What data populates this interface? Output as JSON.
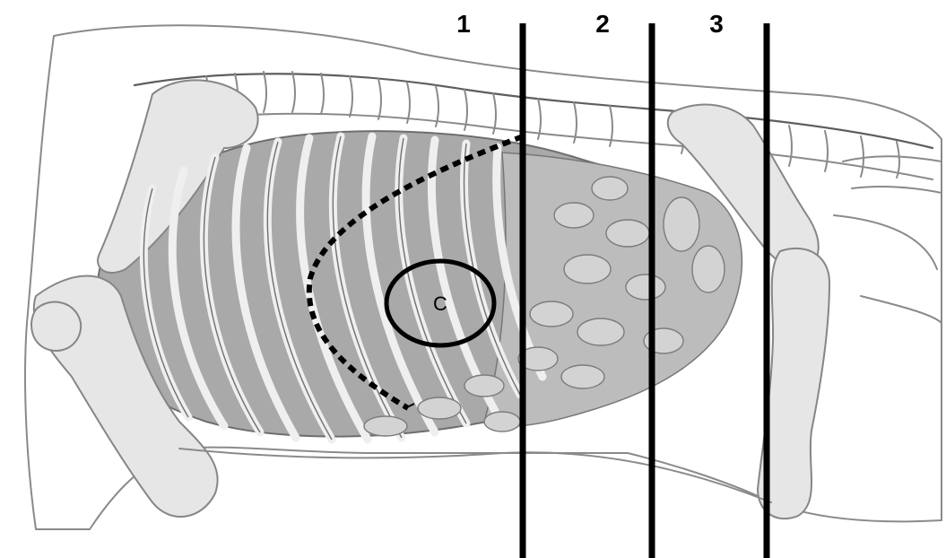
{
  "regions": [
    {
      "id": "1",
      "label": "1"
    },
    {
      "id": "2",
      "label": "2"
    },
    {
      "id": "3",
      "label": "3"
    }
  ],
  "marker": {
    "label": "C"
  },
  "colors": {
    "lines": "#000000",
    "sketch": "#8a8a8a",
    "thorax_fill": "#a9a9a9",
    "background": "#ffffff"
  },
  "icons": {
    "illustration": "canine-skeleton-lateral-illustration"
  }
}
